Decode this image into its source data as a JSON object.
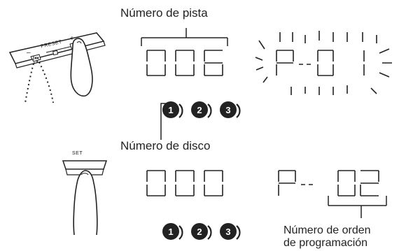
{
  "labels": {
    "track_number": "Número de pista",
    "disc_number": "Número de disco",
    "program_order_line1": "Número de orden",
    "program_order_line2": "de programación"
  },
  "remote": {
    "preset_text": "PRESET",
    "minus": "–",
    "plus": "+"
  },
  "set_button_text": "SET",
  "display_top": {
    "track": "006",
    "program": "P--01",
    "blinking": true
  },
  "display_bottom": {
    "track": "000",
    "program": "P--02"
  },
  "disc_indicators": [
    "1",
    "2",
    "3"
  ],
  "icons": [
    "remote-hand-icon",
    "set-button-hand-icon",
    "disc-1-icon",
    "disc-2-icon",
    "disc-3-icon"
  ]
}
